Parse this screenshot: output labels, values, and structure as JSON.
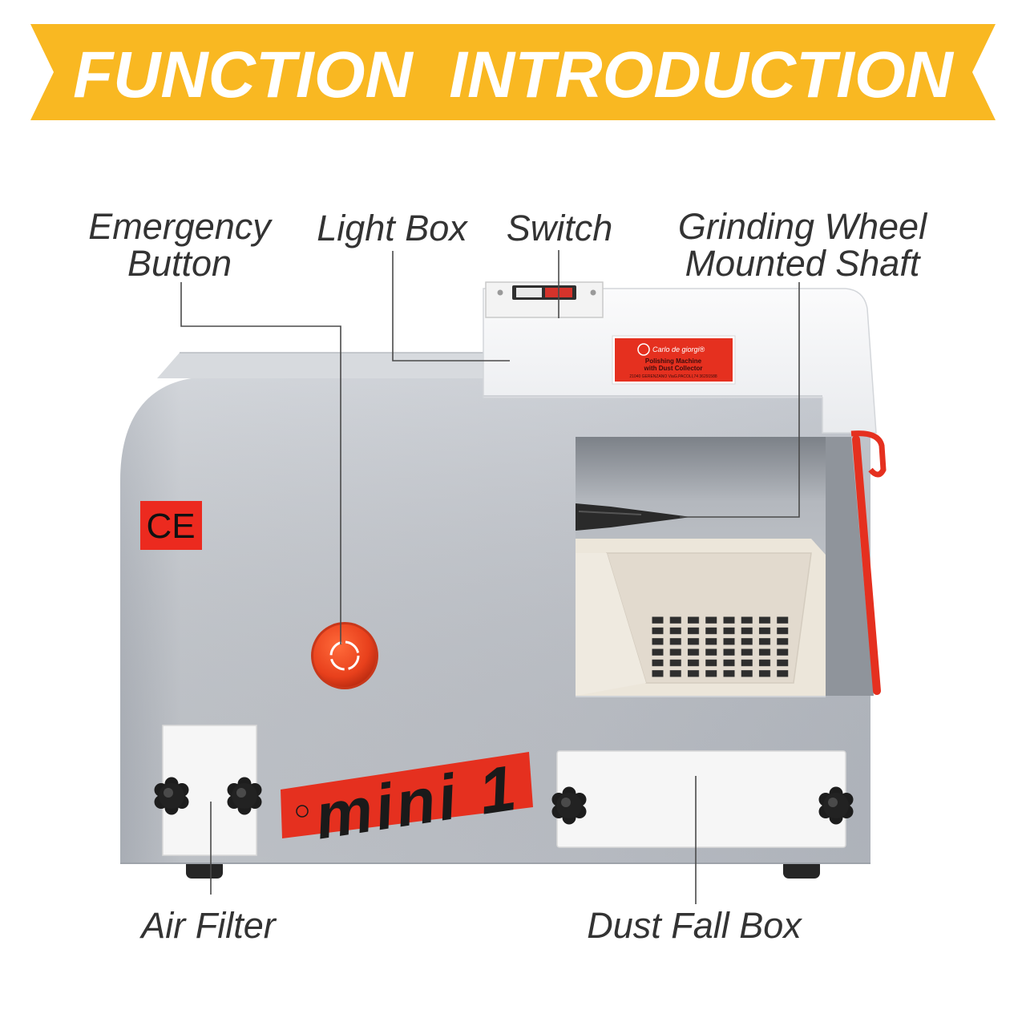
{
  "banner": {
    "title": "FUNCTION  INTRODUCTION"
  },
  "callouts": {
    "emergency_button": {
      "line1": "Emergency",
      "line2": "Button"
    },
    "light_box": "Light Box",
    "switch": "Switch",
    "grinding_wheel_shaft": {
      "line1": "Grinding Wheel",
      "line2": "Mounted Shaft"
    },
    "air_filter": "Air Filter",
    "dust_fall_box": "Dust Fall Box"
  },
  "machine": {
    "ce_mark": "CE",
    "model_badge": "mini 1",
    "nameplate": {
      "brand": "Carlo de giorgi®",
      "line1": "Polishing Machine",
      "line2": "with Dust Collector",
      "address": "21040 GERENZANO ViaG.PACOLI,74 36291588"
    }
  },
  "colors": {
    "banner": "#F9B822",
    "banner_text": "#FFFFFF",
    "body": "#C2C6CD",
    "accent_red": "#E5301F",
    "label_text": "#333333",
    "leader_line": "#4A4A4A"
  }
}
